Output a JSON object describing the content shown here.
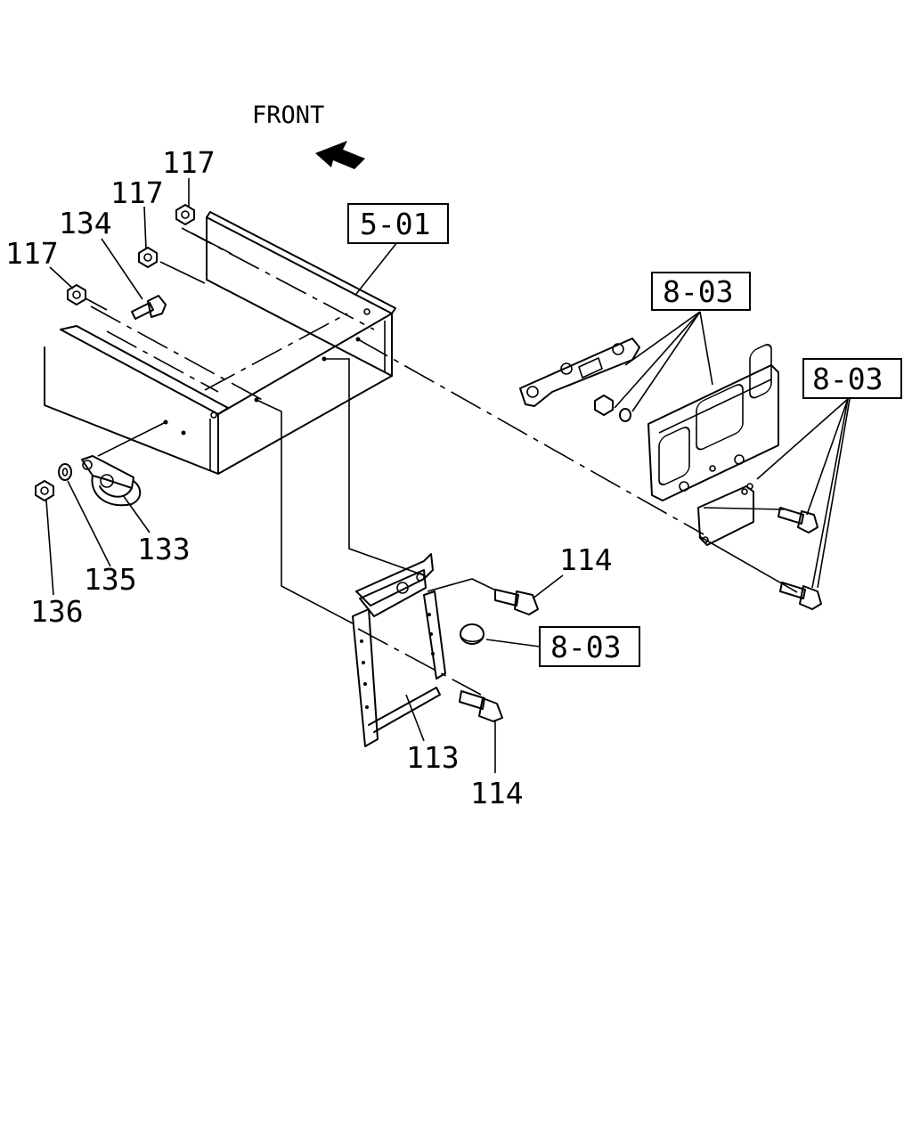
{
  "front_label": "FRONT",
  "callouts": {
    "ref_5_01": "5-01",
    "ref_8_03_top": "8-03",
    "ref_8_03_right": "8-03",
    "ref_8_03_lower": "8-03"
  },
  "parts": {
    "p117_a": "117",
    "p117_b": "117",
    "p117_c": "117",
    "p134": "134",
    "p133": "133",
    "p135": "135",
    "p136": "136",
    "p114_a": "114",
    "p114_b": "114",
    "p113": "113"
  }
}
